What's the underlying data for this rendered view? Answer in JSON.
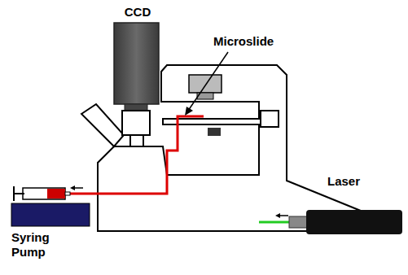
{
  "diagram": {
    "labels": [
      "CCD",
      "Microslide",
      "Laser",
      "Syring Pump"
    ]
  }
}
